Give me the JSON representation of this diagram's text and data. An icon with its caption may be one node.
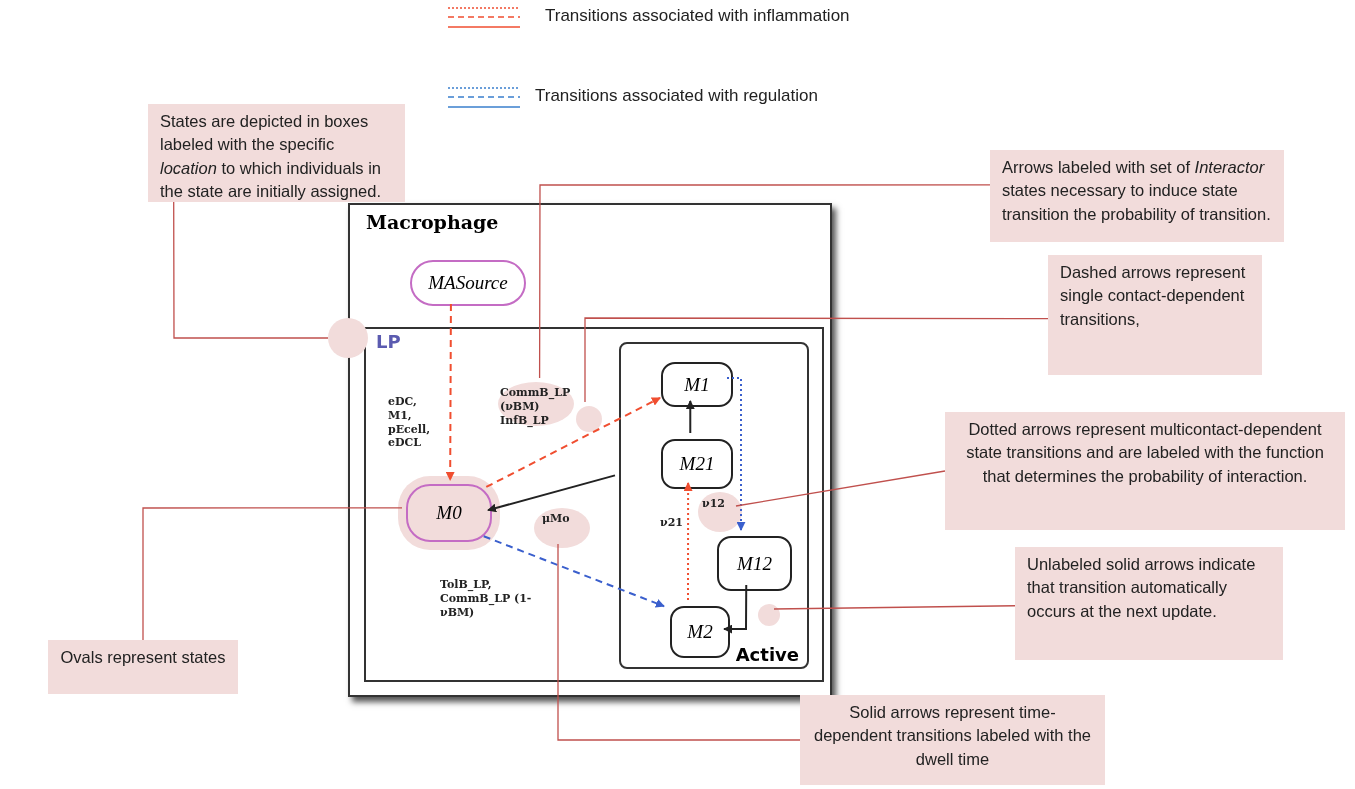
{
  "diagram": {
    "nodes": [
      {
        "text": [
          "Macrophage"
        ]
      },
      {
        "text": [
          "MASource"
        ],
        "in": 0
      },
      {
        "text": [
          "LP"
        ],
        "in": 0
      },
      {
        "text": [
          "Active"
        ],
        "in": 2
      },
      {
        "text": [
          "M0"
        ],
        "in": 2
      },
      {
        "text": [
          "M1"
        ],
        "in": 3
      },
      {
        "text": [
          "M21"
        ],
        "in": 3
      },
      {
        "text": [
          "M12"
        ],
        "in": 3
      },
      {
        "text": [
          "M2"
        ],
        "in": 3
      },
      {
        "text": [],
        "shape": "circle",
        "in": 2
      },
      {
        "text": [],
        "shape": "circle",
        "in": 2
      },
      {
        "text": [],
        "shape": "circle",
        "in": 2
      },
      {
        "text": [],
        "shape": "circle",
        "in": 3
      },
      {
        "text": [],
        "shape": "circle",
        "in": 3
      },
      {
        "text": [
          "States are depicted in boxes labeled with the specific *location* to which individuals in the state are initially assigned."
        ]
      },
      {
        "text": [
          "Arrows labeled with set of *Interactor* states necessary to induce state transition the probability of transition."
        ]
      },
      {
        "text": [
          "Dashed arrows represent single contact-dependent transitions,"
        ]
      },
      {
        "text": [
          "Dotted arrows represent multicontact-dependent state transitions and are labeled with the function that determines the probability of interaction."
        ]
      },
      {
        "text": [
          "Unlabeled solid arrows indicate that transition automatically occurs at the next update."
        ]
      },
      {
        "text": [
          "Ovals represent states"
        ]
      },
      {
        "text": [
          "Solid arrows represent time-dependent transitions labeled with the dwell time"
        ]
      },
      {
        "text": [],
        "shape": "circle"
      }
    ],
    "edges": [
      {
        "from": 1,
        "to": 4,
        "arrow": "to",
        "label": "eDC, M1, pEcell, eDCL",
        "style": "dashed",
        "color": "#f04e30"
      },
      {
        "from": 4,
        "to": 5,
        "arrow": "to",
        "label": "CommB_LP (νBM) InfB_LP",
        "style": "dashed",
        "color": "#f04e30"
      },
      {
        "from": 3,
        "to": 4,
        "arrow": "to",
        "label": "μMo",
        "color": "#222222"
      },
      {
        "from": 4,
        "to": 8,
        "arrow": "to",
        "label": "TolB_LP, CommB_LP (1-νBM)",
        "style": "dashed",
        "color": "#3a5fcd"
      },
      {
        "from": 6,
        "to": 5,
        "arrow": "to",
        "color": "#222222"
      },
      {
        "from": 8,
        "to": 6,
        "arrow": "to",
        "label": "ν21",
        "style": "dashed",
        "color": "#f04e30"
      },
      {
        "from": 5,
        "to": 7,
        "arrow": "to",
        "label": "ν12",
        "style": "dashed",
        "color": "#3a5fcd"
      },
      {
        "from": 7,
        "to": 8,
        "arrow": "to",
        "color": "#222222"
      },
      {
        "from": 14,
        "to": 21,
        "arrow": "none",
        "color": "#c0504d"
      },
      {
        "from": 15,
        "to": 9,
        "arrow": "none",
        "color": "#c0504d"
      },
      {
        "from": 16,
        "to": 10,
        "arrow": "none",
        "color": "#c0504d"
      },
      {
        "from": 17,
        "to": 12,
        "arrow": "none",
        "color": "#c0504d"
      },
      {
        "from": 18,
        "to": 13,
        "arrow": "none",
        "color": "#c0504d"
      },
      {
        "from": 19,
        "to": 4,
        "arrow": "none",
        "color": "#c0504d"
      },
      {
        "from": 20,
        "to": 11,
        "arrow": "none",
        "color": "#c0504d"
      }
    ],
    "legend": [
      {
        "text": "Transitions associated with inflammation"
      },
      {
        "text": "Transitions associated with regulation"
      }
    ]
  }
}
